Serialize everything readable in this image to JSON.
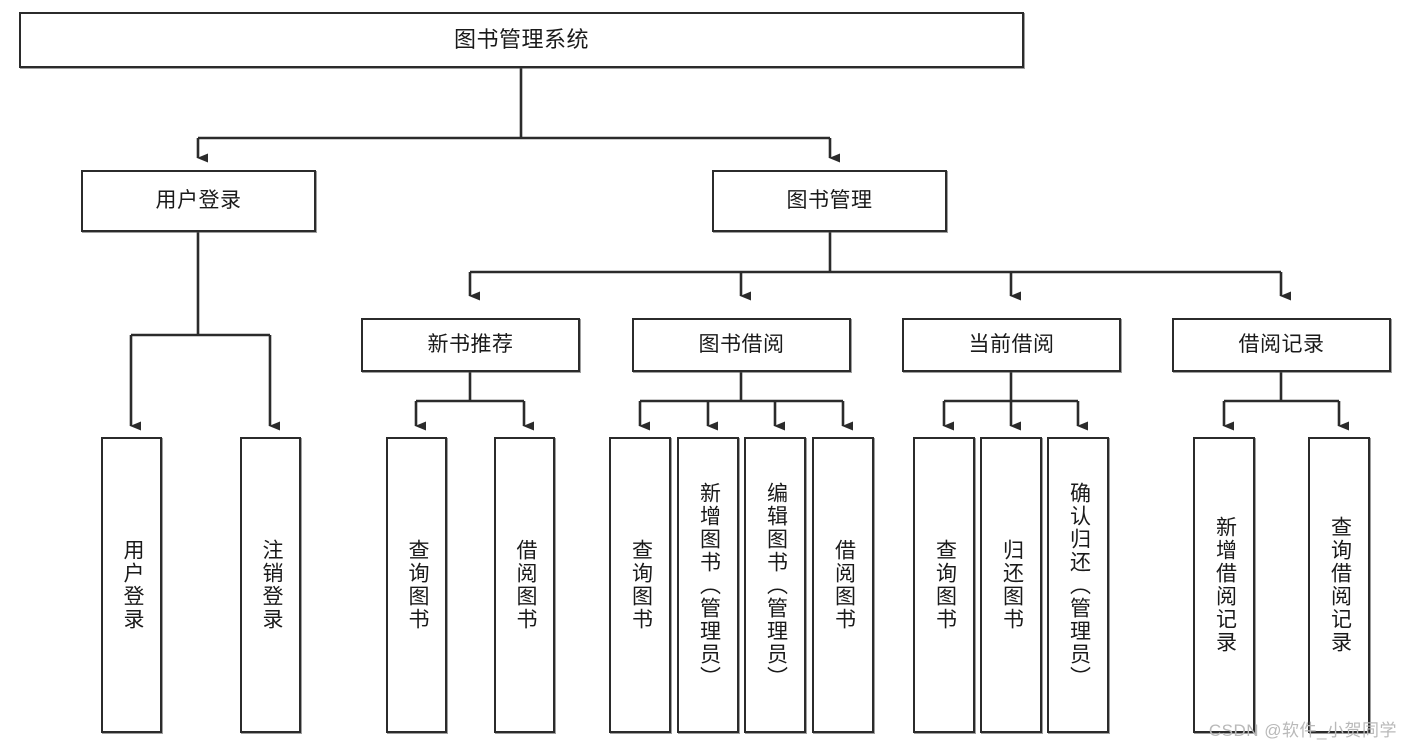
{
  "diagram": {
    "type": "tree",
    "title": "图书管理系统",
    "orientation": "top-down",
    "colors": {
      "box_border": "#2b2b2b",
      "box_fill": "#ffffff",
      "edge": "#2b2b2b",
      "text": "#1a1a1a",
      "watermark": "#b9b9b9"
    },
    "nodes": {
      "root": {
        "label": "图书管理系统",
        "level": 0
      },
      "level1": [
        {
          "id": "user-login",
          "label": "用户登录"
        },
        {
          "id": "book-manage",
          "label": "图书管理"
        }
      ],
      "level2": [
        {
          "id": "new-book-recommend",
          "label": "新书推荐"
        },
        {
          "id": "book-borrow",
          "label": "图书借阅"
        },
        {
          "id": "current-borrow",
          "label": "当前借阅"
        },
        {
          "id": "borrow-record",
          "label": "借阅记录"
        }
      ],
      "leaves": {
        "user-login": [
          {
            "id": "leaf-user-login",
            "label": "用户登录"
          },
          {
            "id": "leaf-logout-login",
            "label": "注销登录"
          }
        ],
        "new-book-recommend": [
          {
            "id": "leaf-query-book-1",
            "label": "查询图书"
          },
          {
            "id": "leaf-borrow-book-1",
            "label": "借阅图书"
          }
        ],
        "book-borrow": [
          {
            "id": "leaf-query-book-2",
            "label": "查询图书"
          },
          {
            "id": "leaf-add-book",
            "label": "新增图书（管理员）"
          },
          {
            "id": "leaf-edit-book",
            "label": "编辑图书（管理员）"
          },
          {
            "id": "leaf-borrow-book-2",
            "label": "借阅图书"
          }
        ],
        "current-borrow": [
          {
            "id": "leaf-query-book-3",
            "label": "查询图书"
          },
          {
            "id": "leaf-return-book",
            "label": "归还图书"
          },
          {
            "id": "leaf-confirm-return",
            "label": "确认归还（管理员）"
          }
        ],
        "borrow-record": [
          {
            "id": "leaf-add-record",
            "label": "新增借阅记录"
          },
          {
            "id": "leaf-query-record",
            "label": "查询借阅记录"
          }
        ]
      }
    }
  },
  "watermark": {
    "text": "CSDN @软件_小贺同学"
  }
}
